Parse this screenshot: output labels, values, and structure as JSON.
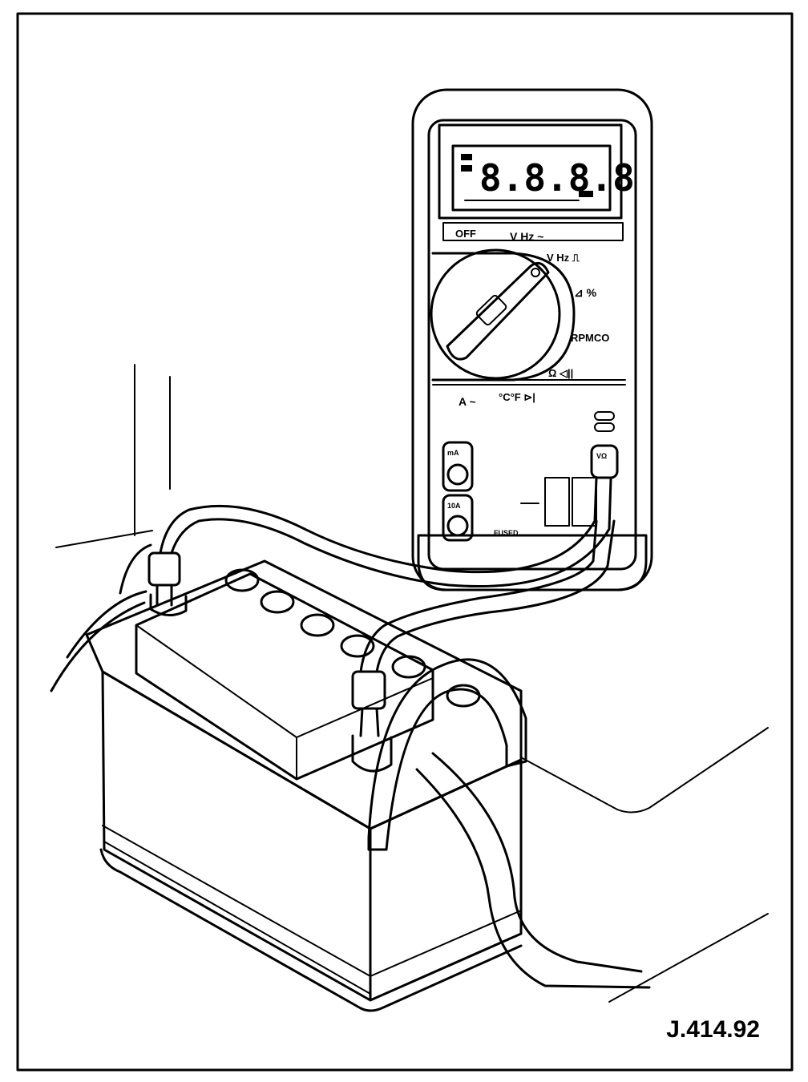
{
  "figure_id": "J.414.92",
  "multimeter": {
    "display": "8.8.8.8",
    "dial_labels": {
      "off": "OFF",
      "v_ac": "V Hz ~",
      "v_dc": "V Hz ⎍",
      "dwell": "⊿ %",
      "rpm": "RPMCO",
      "ohm": "Ω ◁||",
      "a": "A ~",
      "temp": "°C°F ⊳|"
    },
    "jacks": {
      "ma": "mA",
      "ten_a": "10A",
      "v_ohm": "VΩ",
      "fused": "FUSED"
    }
  }
}
